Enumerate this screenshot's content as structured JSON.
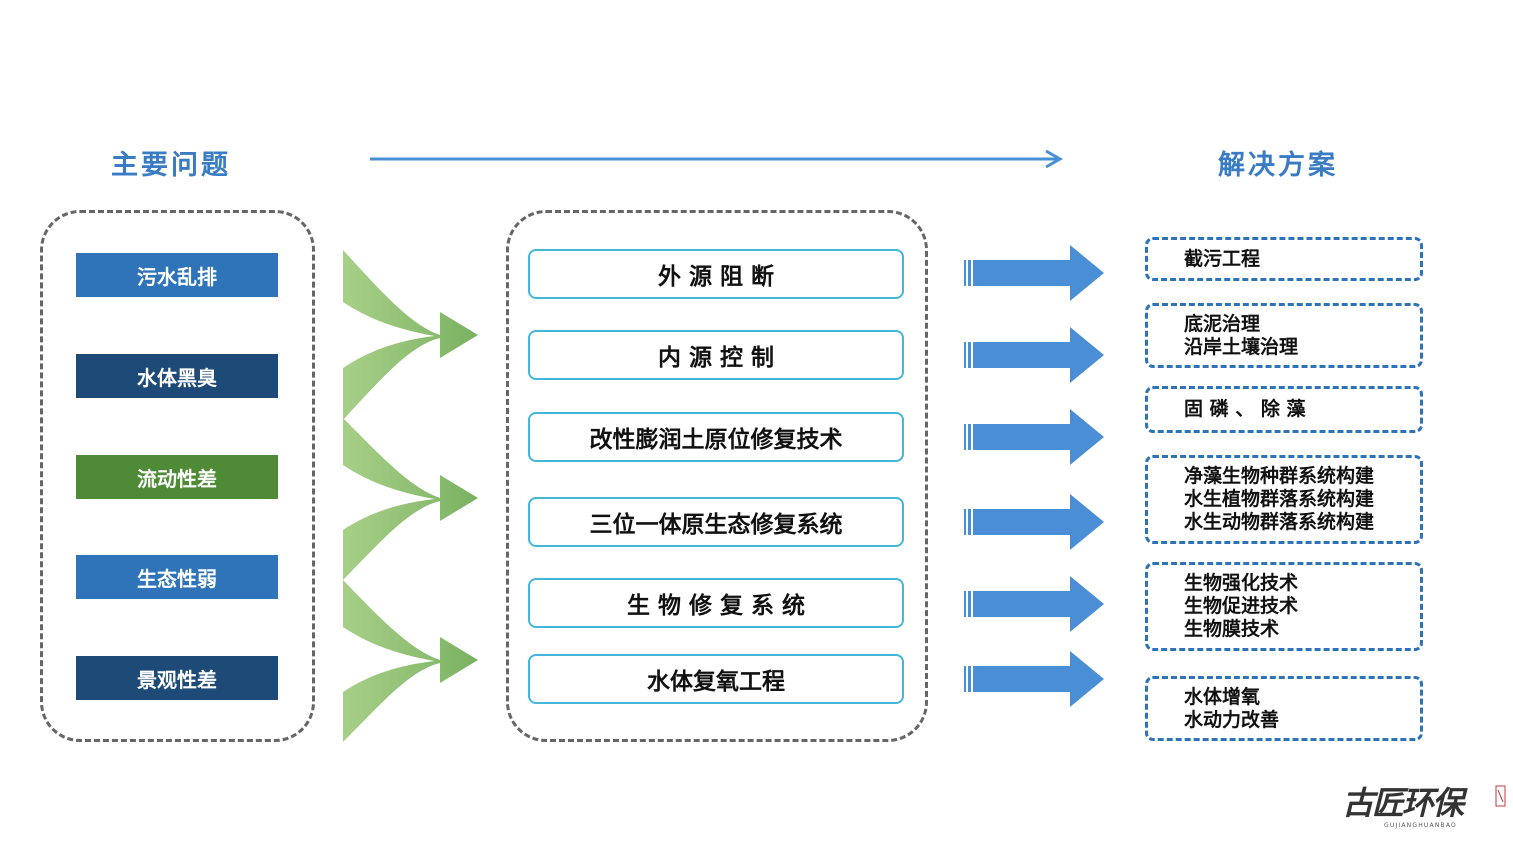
{
  "headings": {
    "left": "主要问题",
    "right": "解决方案"
  },
  "problems": [
    {
      "label": "污水乱排",
      "color": "#2f74b8"
    },
    {
      "label": "水体黑臭",
      "color": "#1e4a78"
    },
    {
      "label": "流动性差",
      "color": "#4f8b37"
    },
    {
      "label": "生态性弱",
      "color": "#2f74b8"
    },
    {
      "label": "景观性差",
      "color": "#1e4a78"
    }
  ],
  "methods": [
    {
      "label": "外 源 阻 断"
    },
    {
      "label": "内 源 控 制"
    },
    {
      "label": "改性膨润土原位修复技术"
    },
    {
      "label": "三位一体原生态修复系统"
    },
    {
      "label": "生 物 修 复 系 统"
    },
    {
      "label": "水体复氧工程"
    }
  ],
  "solutions": [
    {
      "lines": [
        "截污工程"
      ]
    },
    {
      "lines": [
        "底泥治理",
        "沿岸土壤治理"
      ]
    },
    {
      "lines": [
        "固 磷 、 除 藻"
      ]
    },
    {
      "lines": [
        "净藻生物种群系统构建",
        "水生植物群落系统构建",
        "水生动物群落系统构建"
      ]
    },
    {
      "lines": [
        "生物强化技术",
        "生物促进技术",
        "生物膜技术"
      ]
    },
    {
      "lines": [
        "水体增氧",
        "水动力改善"
      ]
    }
  ],
  "colors": {
    "heading": "#3a7cc4",
    "green_arrow": "#6aa84f",
    "blue_arrow": "#4a8fd6",
    "method_border": "#44b6dc",
    "solution_border": "#2e72b8",
    "frame_dash": "#666666"
  },
  "icons": {
    "flow_arrow": "long-arrow-right-icon",
    "chevron": "green-chevron-arrow-icon",
    "block_arrow": "blue-block-arrow-icon"
  },
  "logo": {
    "text": "古匠环保",
    "subtext": "GUJIANGHUANBAO"
  }
}
